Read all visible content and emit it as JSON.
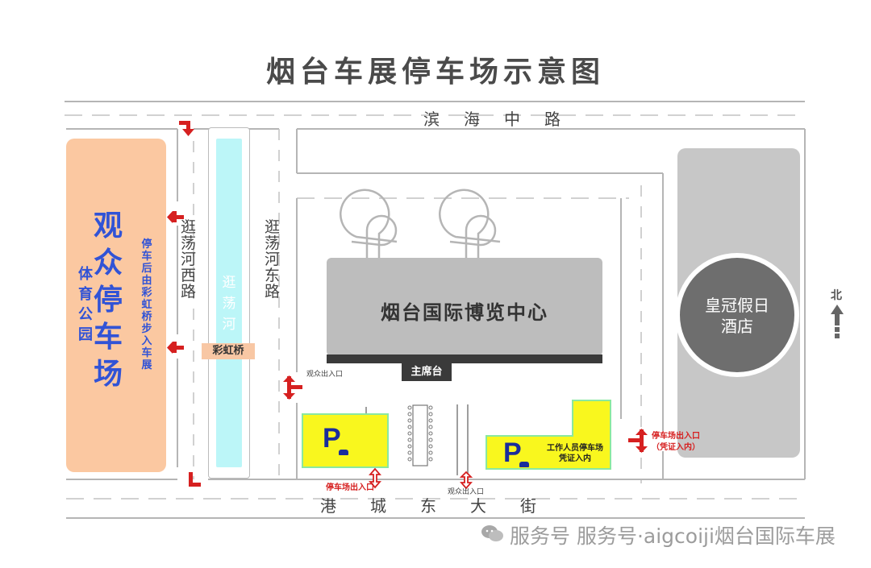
{
  "title": "烟台车展停车场示意图",
  "roads": {
    "north": "滨海中路",
    "south": "港城东大街",
    "west_river_road": "逛荡河西路",
    "east_river_road": "逛荡河东路"
  },
  "audience_parking": {
    "name": "观众停车场",
    "park_name": "体育公园",
    "note": "停车后由彩虹桥步入车展"
  },
  "river": "逛荡河",
  "bridge": "彩虹桥",
  "expo_center": "烟台国际博览中心",
  "main_stage": "主席台",
  "hotel": {
    "line1": "皇冠假日",
    "line2": "酒店"
  },
  "audience_exit": "观众出入口",
  "audience_exit_south": "观众出入口",
  "parking_entrance_south": "停车场出入口",
  "staff_parking": {
    "line1": "工作人员停车场",
    "line2": "凭证入内"
  },
  "parking_entrance_east": {
    "line1": "停车场出入口",
    "line2": "（凭证入内）"
  },
  "parking_symbol": "P",
  "north_label": "北",
  "watermark": "服务号 服务号·aigcoiji烟台国际车展",
  "colors": {
    "audience_parking": "#fbc8a1",
    "label_blue": "#3153d6",
    "river": "#bcf6f8",
    "parking_yellow": "#f9f71e",
    "arrow_red": "#d62020",
    "expo_gray": "#bdbdbd",
    "hotel_gray": "#6e6e6e"
  }
}
